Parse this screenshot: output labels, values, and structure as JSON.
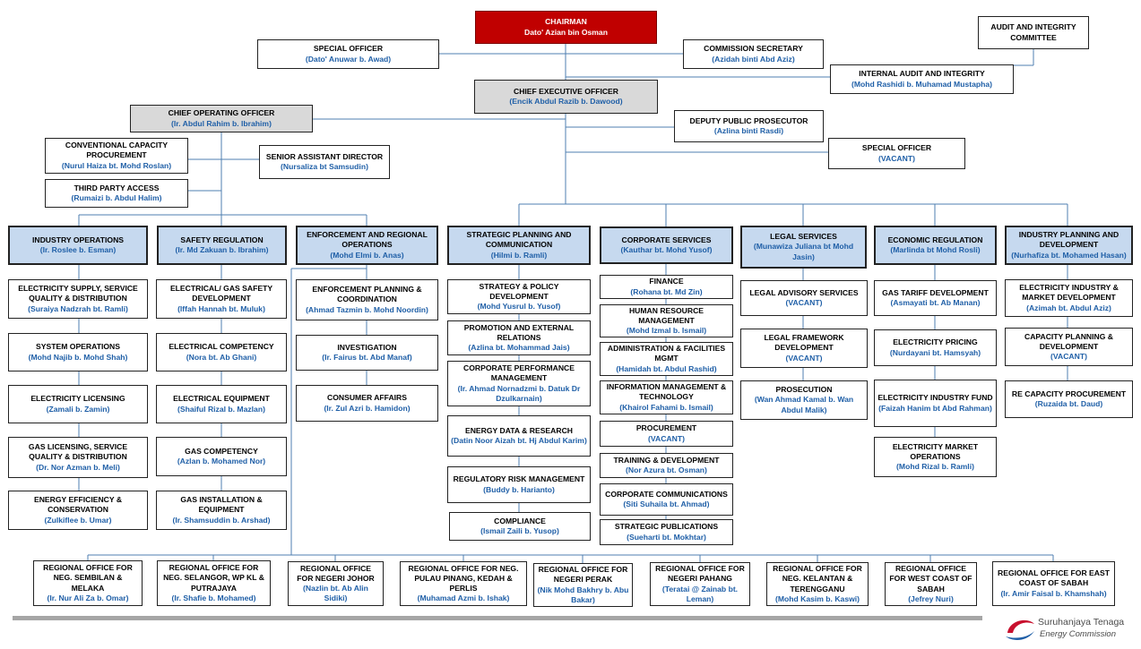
{
  "nodes": [
    {
      "id": "chairman",
      "title": "CHAIRMAN",
      "name": "Dato' Azian bin Osman"
    },
    {
      "id": "special-officer-1",
      "title": "SPECIAL OFFICER",
      "name": "(Dato' Anuwar b. Awad)"
    },
    {
      "id": "commission-secretary",
      "title": "COMMISSION SECRETARY",
      "name": "(Azidah binti Abd Aziz)"
    },
    {
      "id": "audit-integrity-committee",
      "title": "AUDIT AND INTEGRITY COMMITTEE",
      "name": ""
    },
    {
      "id": "internal-audit",
      "title": "INTERNAL AUDIT AND INTEGRITY",
      "name": "(Mohd Rashidi b. Muhamad Mustapha)"
    },
    {
      "id": "ceo",
      "title": "CHIEF EXECUTIVE OFFICER",
      "name": "(Encik Abdul Razib b. Dawood)"
    },
    {
      "id": "coo",
      "title": "CHIEF OPERATING OFFICER",
      "name": "(Ir. Abdul Rahim b. Ibrahim)"
    },
    {
      "id": "deputy-prosecutor",
      "title": "DEPUTY PUBLIC PROSECUTOR",
      "name": "(Azlina binti Rasdi)"
    },
    {
      "id": "special-officer-2",
      "title": "SPECIAL OFFICER",
      "name": "(VACANT)"
    },
    {
      "id": "conventional-capacity",
      "title": "CONVENTIONAL CAPACITY PROCUREMENT",
      "name": "(Nurul Haiza bt. Mohd Roslan)"
    },
    {
      "id": "senior-asst-director",
      "title": "SENIOR ASSISTANT DIRECTOR",
      "name": "(Nursaliza bt Samsudin)"
    },
    {
      "id": "third-party-access",
      "title": "THIRD PARTY ACCESS",
      "name": "(Rumaizi b. Abdul Halim)"
    },
    {
      "id": "industry-operations",
      "title": "INDUSTRY OPERATIONS",
      "name": "(Ir. Roslee b. Esman)"
    },
    {
      "id": "safety-regulation",
      "title": "SAFETY REGULATION",
      "name": "(Ir. Md Zakuan b. Ibrahim)"
    },
    {
      "id": "enforcement-regional",
      "title": "ENFORCEMENT AND REGIONAL OPERATIONS",
      "name": "(Mohd Elmi b. Anas)"
    },
    {
      "id": "strategic-planning",
      "title": "STRATEGIC PLANNING AND COMMUNICATION",
      "name": "(Hilmi b. Ramli)"
    },
    {
      "id": "corporate-services",
      "title": "CORPORATE SERVICES",
      "name": "(Kauthar bt. Mohd Yusof)"
    },
    {
      "id": "legal-services",
      "title": "LEGAL SERVICES",
      "name": "(Munawiza Juliana bt Mohd Jasin)"
    },
    {
      "id": "economic-regulation",
      "title": "ECONOMIC REGULATION",
      "name": "(Marlinda bt Mohd Rosli)"
    },
    {
      "id": "industry-planning",
      "title": "INDUSTRY PLANNING AND DEVELOPMENT",
      "name": "(Nurhafiza bt. Mohamed Hasan)"
    },
    {
      "id": "elec-supply",
      "title": "ELECTRICITY SUPPLY, SERVICE QUALITY & DISTRIBUTION",
      "name": "(Suraiya Nadzrah bt. Ramli)"
    },
    {
      "id": "system-operations",
      "title": "SYSTEM OPERATIONS",
      "name": "(Mohd Najib b. Mohd Shah)"
    },
    {
      "id": "elec-licensing",
      "title": "ELECTRICITY LICENSING",
      "name": "(Zamali b. Zamin)"
    },
    {
      "id": "gas-licensing",
      "title": "GAS LICENSING, SERVICE QUALITY & DISTRIBUTION",
      "name": "(Dr. Nor Azman b. Meli)"
    },
    {
      "id": "energy-efficiency",
      "title": "ENERGY EFFICIENCY & CONSERVATION",
      "name": "(Zulkiflee b. Umar)"
    },
    {
      "id": "elec-gas-safety",
      "title": "ELECTRICAL/ GAS SAFETY DEVELOPMENT",
      "name": "(Iffah Hannah bt. Muluk)"
    },
    {
      "id": "elec-competency",
      "title": "ELECTRICAL COMPETENCY",
      "name": "(Nora bt. Ab Ghani)"
    },
    {
      "id": "elec-equipment",
      "title": "ELECTRICAL EQUIPMENT",
      "name": "(Shaiful Rizal b. Mazlan)"
    },
    {
      "id": "gas-competency",
      "title": "GAS COMPETENCY",
      "name": "(Azlan b. Mohamed Nor)"
    },
    {
      "id": "gas-installation",
      "title": "GAS INSTALLATION & EQUIPMENT",
      "name": "(Ir. Shamsuddin b. Arshad)"
    },
    {
      "id": "enforcement-planning",
      "title": "ENFORCEMENT PLANNING & COORDINATION",
      "name": "(Ahmad Tazmin b. Mohd Noordin)"
    },
    {
      "id": "investigation",
      "title": "INVESTIGATION",
      "name": "(Ir. Fairus bt. Abd Manaf)"
    },
    {
      "id": "consumer-affairs",
      "title": "CONSUMER AFFAIRS",
      "name": "(Ir. Zul Azri b. Hamidon)"
    },
    {
      "id": "strategy-policy",
      "title": "STRATEGY & POLICY DEVELOPMENT",
      "name": "(Mohd Yusrul b. Yusof)"
    },
    {
      "id": "promotion-relations",
      "title": "PROMOTION AND EXTERNAL RELATIONS",
      "name": "(Azlina bt. Mohammad Jais)"
    },
    {
      "id": "corporate-performance",
      "title": "CORPORATE PERFORMANCE MANAGEMENT",
      "name": "(Ir. Ahmad Nornadzmi b. Datuk Dr Dzulkarnain)"
    },
    {
      "id": "energy-data",
      "title": "ENERGY DATA & RESEARCH",
      "name": "(Datin Noor Aizah bt. Hj Abdul Karim)"
    },
    {
      "id": "regulatory-risk",
      "title": "REGULATORY RISK MANAGEMENT",
      "name": "(Buddy b. Harianto)"
    },
    {
      "id": "compliance",
      "title": "COMPLIANCE",
      "name": "(Ismail Zaili b. Yusop)"
    },
    {
      "id": "finance",
      "title": "FINANCE",
      "name": "(Rohana bt. Md Zin)"
    },
    {
      "id": "human-resource",
      "title": "HUMAN RESOURCE MANAGEMENT",
      "name": "(Mohd Izmal b. Ismail)"
    },
    {
      "id": "admin-facilities",
      "title": "ADMINISTRATION & FACILITIES MGMT",
      "name": "(Hamidah bt. Abdul Rashid)"
    },
    {
      "id": "info-management",
      "title": "INFORMATION MANAGEMENT & TECHNOLOGY",
      "name": "(Khairol Fahami b. Ismail)"
    },
    {
      "id": "procurement",
      "title": "PROCUREMENT",
      "name": "(VACANT)"
    },
    {
      "id": "training",
      "title": "TRAINING & DEVELOPMENT",
      "name": "(Nor Azura bt. Osman)"
    },
    {
      "id": "corporate-comms",
      "title": "CORPORATE COMMUNICATIONS",
      "name": "(Siti Suhaila bt. Ahmad)"
    },
    {
      "id": "strategic-publications",
      "title": "STRATEGIC PUBLICATIONS",
      "name": "(Sueharti bt. Mokhtar)"
    },
    {
      "id": "legal-advisory",
      "title": "LEGAL ADVISORY SERVICES",
      "name": "(VACANT)"
    },
    {
      "id": "legal-framework",
      "title": "LEGAL FRAMEWORK DEVELOPMENT",
      "name": "(VACANT)"
    },
    {
      "id": "prosecution",
      "title": "PROSECUTION",
      "name": "(Wan Ahmad Kamal b. Wan Abdul Malik)"
    },
    {
      "id": "gas-tariff",
      "title": "GAS TARIFF DEVELOPMENT",
      "name": "(Asmayati bt. Ab Manan)"
    },
    {
      "id": "elec-pricing",
      "title": "ELECTRICITY PRICING",
      "name": "(Nurdayani bt. Hamsyah)"
    },
    {
      "id": "elec-industry-fund",
      "title": "ELECTRICITY INDUSTRY FUND",
      "name": "(Faizah Hanim bt Abd Rahman)"
    },
    {
      "id": "elec-market-ops",
      "title": "ELECTRICITY MARKET OPERATIONS",
      "name": "(Mohd Rizal b. Ramli)"
    },
    {
      "id": "elec-industry-market",
      "title": "ELECTRICITY INDUSTRY & MARKET DEVELOPMENT",
      "name": "(Azimah bt. Abdul Aziz)"
    },
    {
      "id": "capacity-planning",
      "title": "CAPACITY PLANNING & DEVELOPMENT",
      "name": "(VACANT)"
    },
    {
      "id": "re-capacity",
      "title": "RE CAPACITY PROCUREMENT",
      "name": "(Ruzaida bt. Daud)"
    },
    {
      "id": "ro-sembilan",
      "title": "REGIONAL OFFICE FOR NEG. SEMBILAN & MELAKA",
      "name": "(Ir. Nur Ali Za b. Omar)"
    },
    {
      "id": "ro-selangor",
      "title": "REGIONAL OFFICE FOR NEG. SELANGOR, WP KL & PUTRAJAYA",
      "name": "(Ir. Shafie b. Mohamed)"
    },
    {
      "id": "ro-johor",
      "title": "REGIONAL OFFICE FOR NEGERI JOHOR",
      "name": "(Nazlin bt. Ab Alin Sidiki)"
    },
    {
      "id": "ro-penang",
      "title": "REGIONAL OFFICE FOR NEG. PULAU PINANG, KEDAH & PERLIS",
      "name": "(Muhamad Azmi b. Ishak)"
    },
    {
      "id": "ro-perak",
      "title": "REGIONAL OFFICE FOR NEGERI PERAK",
      "name": "(Nik Mohd Bakhry b. Abu Bakar)"
    },
    {
      "id": "ro-pahang",
      "title": "REGIONAL OFFICE FOR NEGERI PAHANG",
      "name": "(Teratai @ Zainab bt. Leman)"
    },
    {
      "id": "ro-kelantan",
      "title": "REGIONAL OFFICE FOR NEG. KELANTAN & TERENGGANU",
      "name": "(Mohd Kasim b. Kaswi)"
    },
    {
      "id": "ro-west-sabah",
      "title": "REGIONAL OFFICE FOR WEST COAST OF SABAH",
      "name": "(Jefrey Nuri)"
    },
    {
      "id": "ro-east-sabah",
      "title": "REGIONAL OFFICE FOR EAST COAST OF SABAH",
      "name": "(Ir. Amir Faisal b. Khamshah)"
    }
  ],
  "logo": {
    "line1": "Suruhanjaya Tenaga",
    "line2": "Energy Commission",
    "colors": {
      "red": "#c8102e",
      "blue": "#1f5fa7"
    }
  },
  "colors": {
    "chairman": "#c00000",
    "executive": "#d9d9d9",
    "department": "#c6d9ef",
    "name_text": "#1f5fa7",
    "connector": "#4f7fb0"
  }
}
